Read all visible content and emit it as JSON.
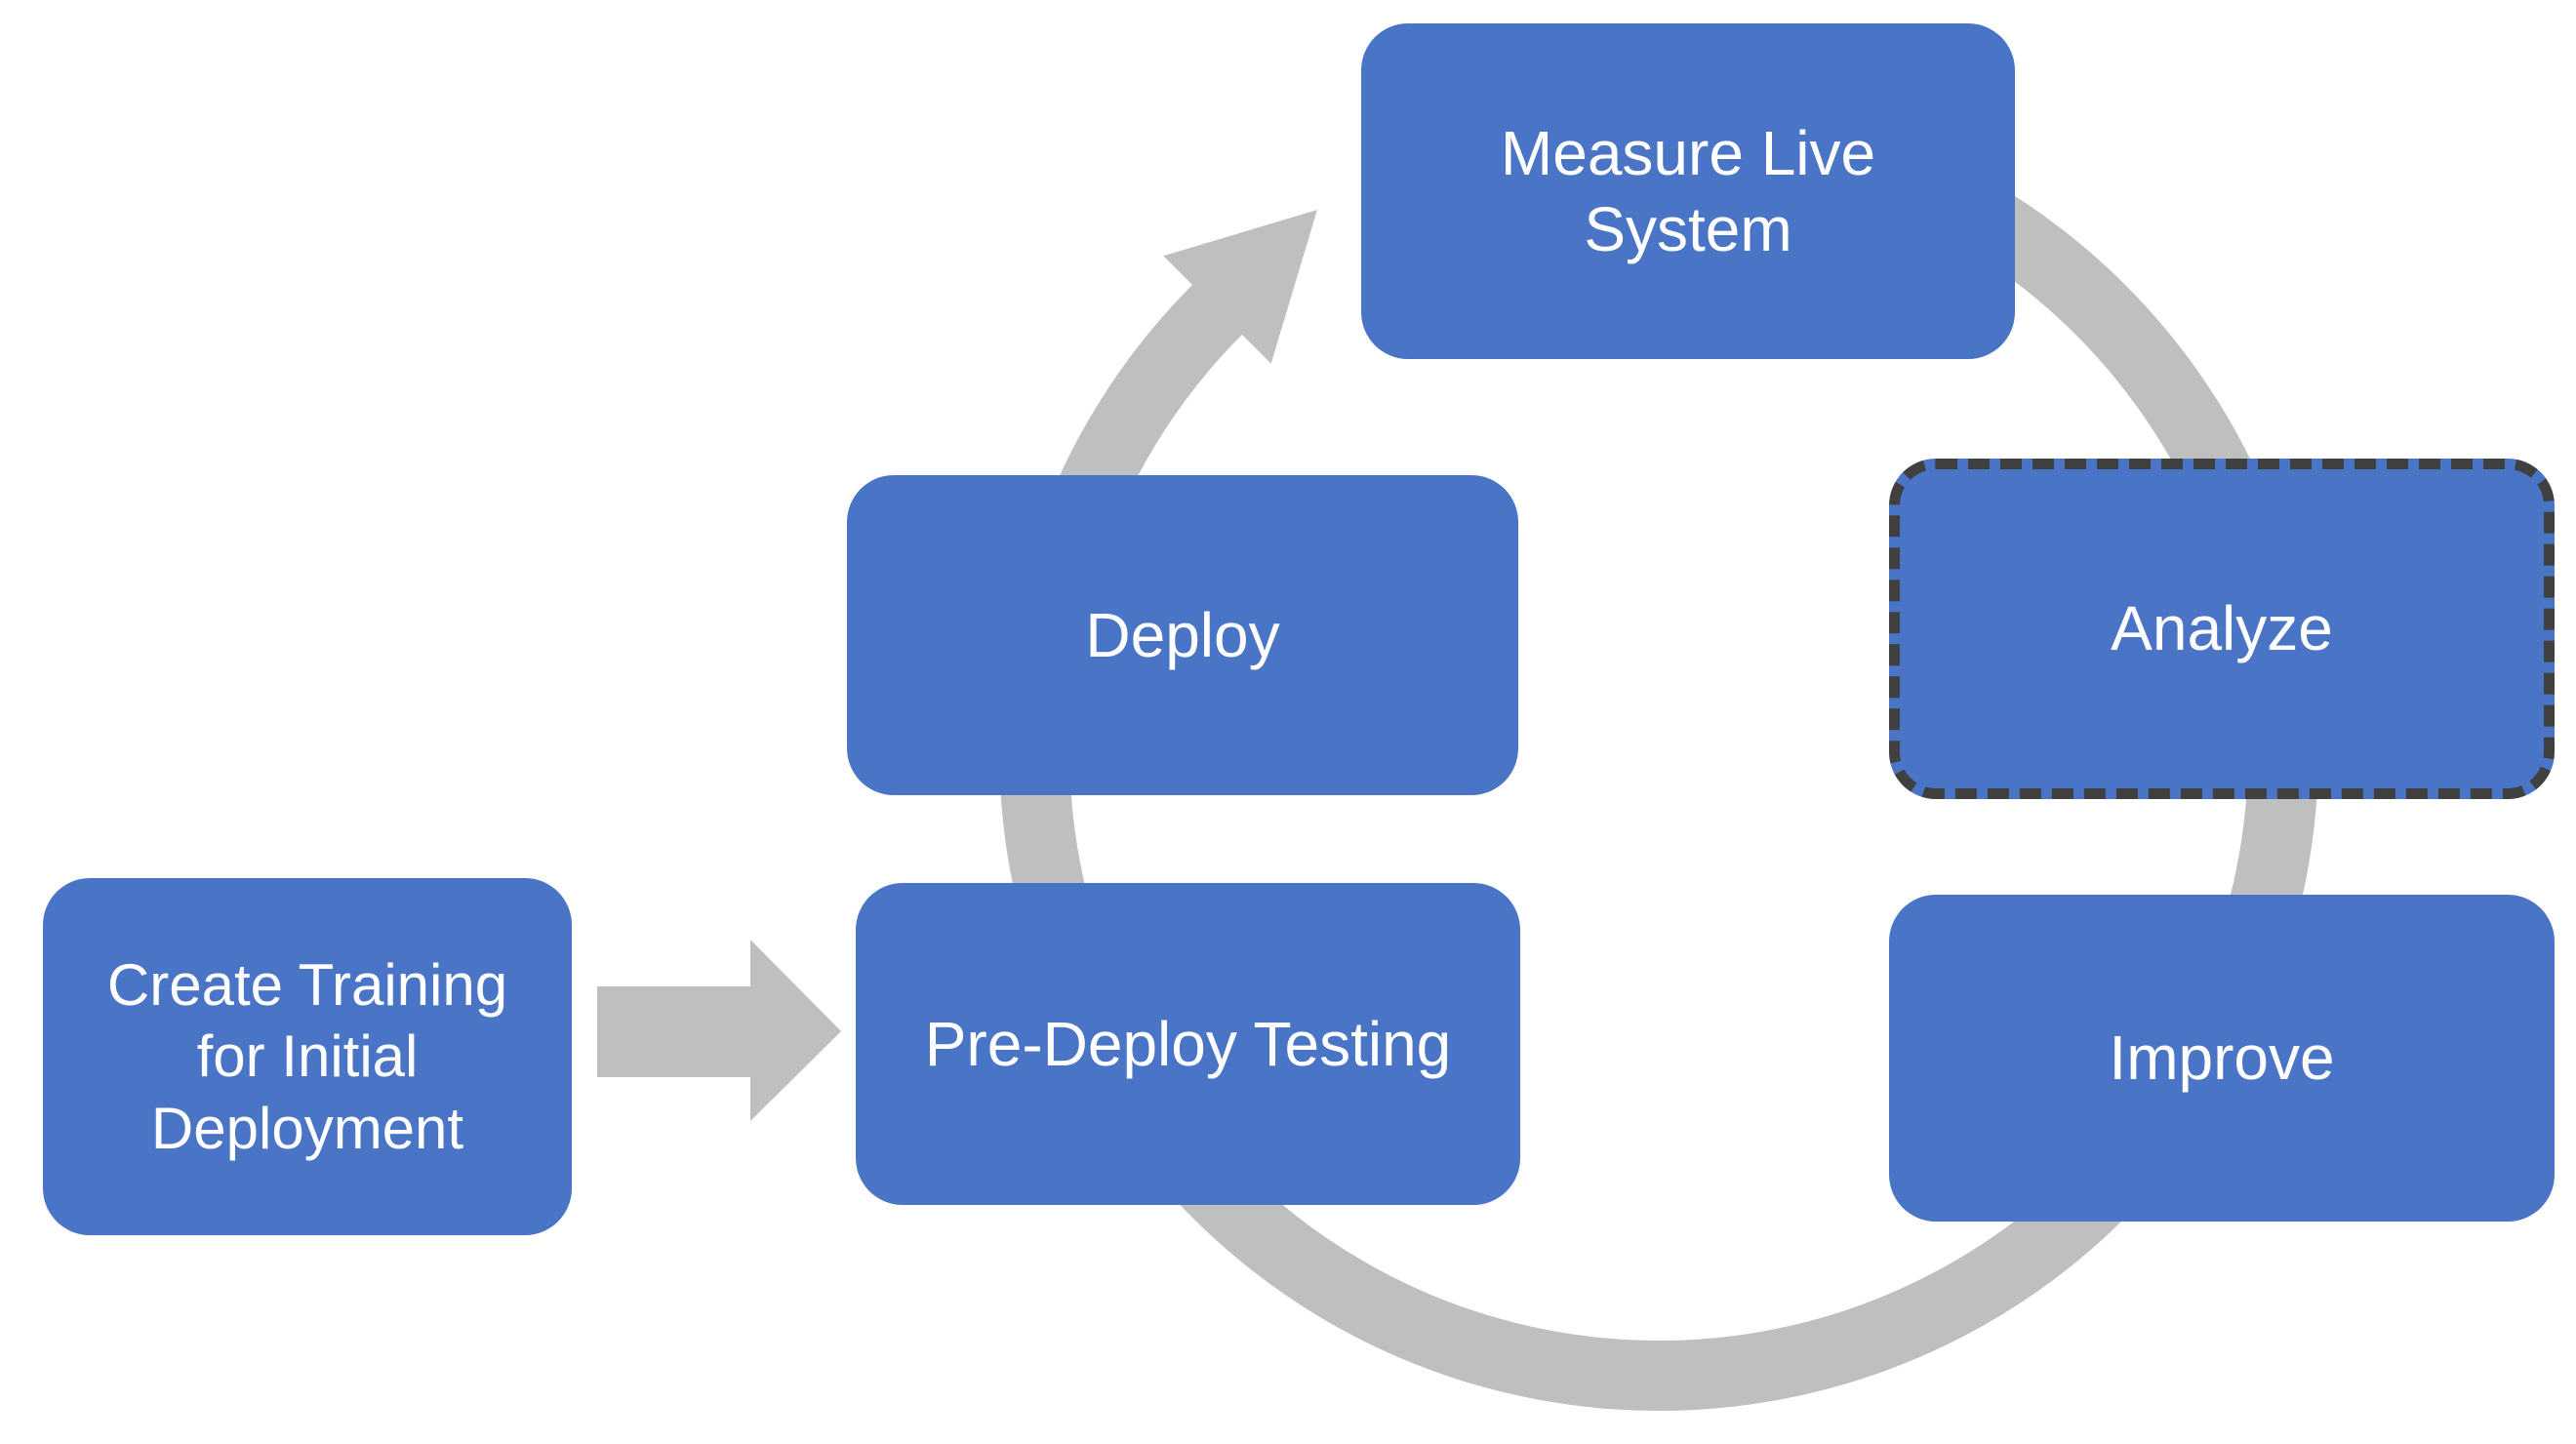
{
  "diagram": {
    "type": "process-cycle",
    "nodes": {
      "create_training": {
        "label": "Create Training\nfor Initial\nDeployment",
        "selected": false
      },
      "pre_deploy": {
        "label": "Pre-Deploy Testing",
        "selected": false
      },
      "deploy": {
        "label": "Deploy",
        "selected": false
      },
      "measure": {
        "label": "Measure Live\nSystem",
        "selected": false
      },
      "analyze": {
        "label": "Analyze",
        "selected": true
      },
      "improve": {
        "label": "Improve",
        "selected": false
      }
    },
    "connectors": {
      "entry_arrow": {
        "from": "create_training",
        "to": "pre_deploy",
        "shape": "block-arrow-right"
      },
      "cycle_arrow": {
        "direction": "clockwise",
        "order": [
          "deploy",
          "measure",
          "analyze",
          "improve"
        ],
        "shape": "circular-arc"
      }
    }
  },
  "colors": {
    "node_fill": "#4A75C7",
    "node_text": "#FFFFFF",
    "connector_gray": "#BFBFBF",
    "selection_dash": "#404040",
    "page_bg": "#FFFFFF"
  }
}
